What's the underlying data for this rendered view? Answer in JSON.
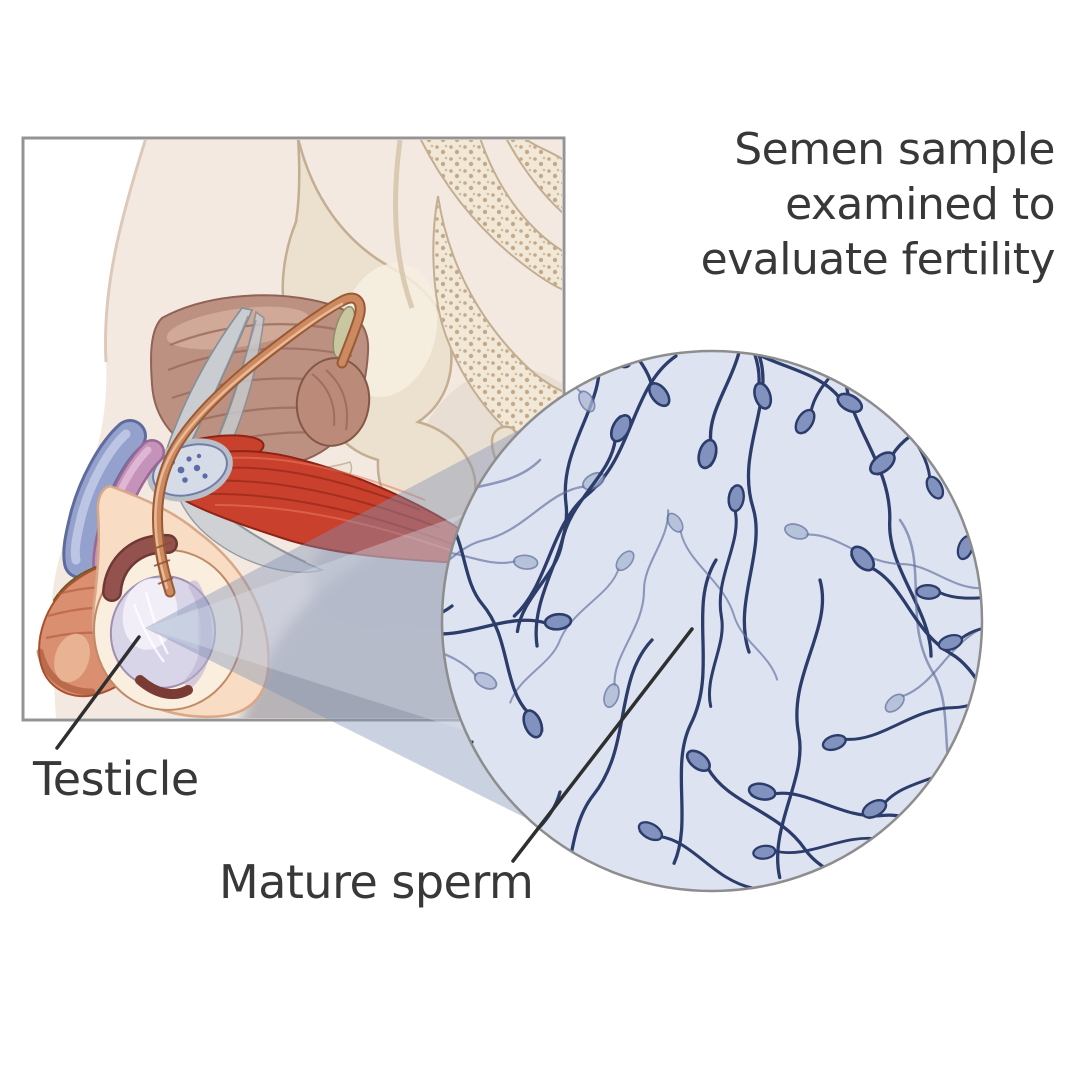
{
  "caption": {
    "full_text": "Semen sample examined to evaluate fertility",
    "lines": [
      "Semen sample",
      "examined to",
      "evaluate fertility"
    ]
  },
  "labels": {
    "testicle": "Testicle",
    "mature_sperm": "Mature sperm"
  },
  "colors": {
    "background": "#ffffff",
    "text": "#383838",
    "leader": "#2f2f2f",
    "frame_border": "#949494",
    "beam": "rgba(128,145,182,0.42)",
    "circle_bg": "#dde3f0",
    "circle_border": "#8d8d8d",
    "sperm_dark": "#2c3c6b",
    "sperm_mid": "#8292bf",
    "sperm_faint_stroke": "#5f6f9e",
    "sperm_faint_fill": "#aab6d3",
    "skin": "#f4e9e1",
    "skin_edge": "#ddc9ba",
    "bone": "#ece0cf",
    "bone_edge": "#c4ae92",
    "bone_speckle": "#c5aa89",
    "bladder": "#bd9181",
    "bladder_fiber": "#96685a",
    "bladder_hi": "#dcb9a8",
    "muscle_red": "#c9402c",
    "muscle_dark": "#8e2416",
    "muscle_hi": "#ea7a5e",
    "ligament": "#c9cdd2",
    "ligament_edge": "#868e96",
    "pubic_ring": "#b9bfc7",
    "pubic_fill": "#d6dbe8",
    "pubic_speckle": "#5c6ca8",
    "penis_blue": "#94a1cc",
    "penis_blue_dark": "#5d6b9f",
    "penis_blue_hi": "#c3cbe6",
    "penis_pink": "#c593ba",
    "penis_pink_dark": "#9a6892",
    "penis_pink_hi": "#e3bcd8",
    "corona": "#e9dca6",
    "corona_edge": "#6b5a20",
    "glans": "#d98f70",
    "glans_dark": "#b35f40",
    "glans_hi": "#f0c0a2",
    "scrotum": "#f8dcc3",
    "scrotum_edge": "#d8a888",
    "testis": "#d9d5e8",
    "testis_edge": "#a08fb0",
    "testis_hi": "#f4f1f9",
    "testis_shade": "#b7aecf",
    "epididymis": "#94524e",
    "epididymis_dark": "#6e3836",
    "vas": "#cd8a60",
    "vas_dark": "#9a5a36",
    "vas_hi": "#ecbf9d",
    "vesicle": "#c9c7a0",
    "prostate": "#bb8a79",
    "shadow": "#b2afb4",
    "leg": "#e8ddd3"
  }
}
